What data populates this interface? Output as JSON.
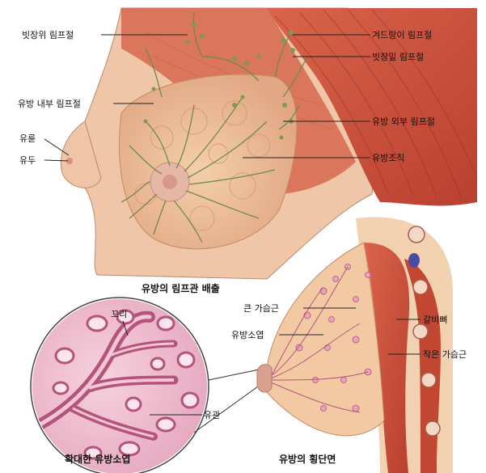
{
  "labels": {
    "supraclavicular_nodes": "빗장위 림프절",
    "axillary_nodes": "겨드랑이 림프절",
    "infraclavicular_nodes": "빗장밑 림프절",
    "internal_mammary_nodes": "유방 내부 림프절",
    "external_mammary_nodes": "유방 외부 림프절",
    "areola": "유륜",
    "nipple": "유두",
    "breast_tissue": "유방조직",
    "pectoralis_major": "큰 가슴근",
    "lobule": "유방소엽",
    "rib": "갈비뼈",
    "pectoralis_minor": "작은 가슴근",
    "tail": "꼬리",
    "duct": "유관"
  },
  "captions": {
    "lymph_drainage": "유방의 림프관 배출",
    "enlarged_lobule": "확대한 유방소엽",
    "cross_section": "유방의 횡단면"
  },
  "colors": {
    "skin": "#efc7a8",
    "muscle": "#c9503e",
    "gland": "#e9b58f",
    "lymph": "#6f8a4a",
    "lobule_pink": "#e8a3b8",
    "duct_dark": "#b4547a",
    "background": "#ffffff"
  }
}
